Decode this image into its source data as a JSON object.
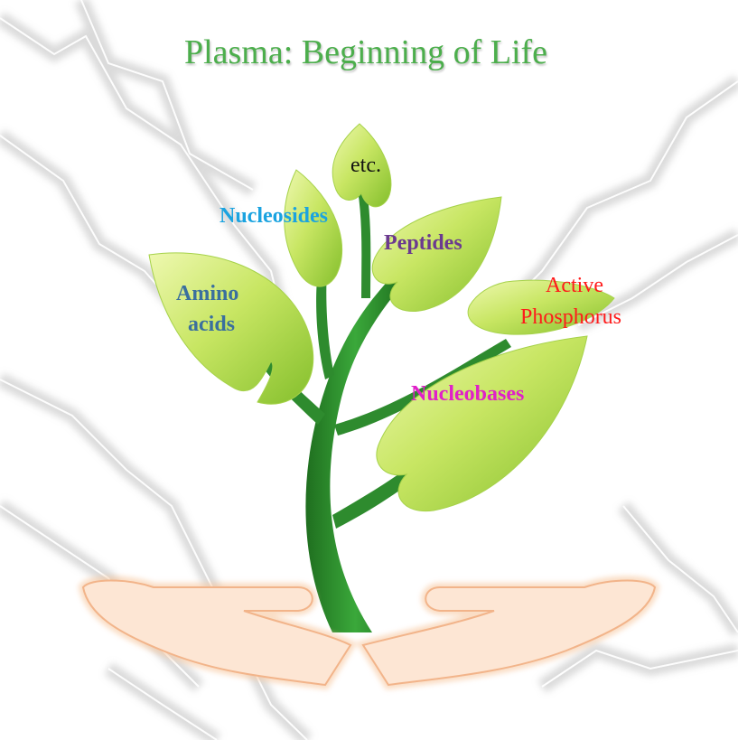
{
  "title": "Plasma: Beginning of Life",
  "leaves": {
    "etc": {
      "text": "etc.",
      "color": "#111111"
    },
    "nucleosides": {
      "text": "Nucleosides",
      "color": "#1aa3e0"
    },
    "peptides": {
      "text": "Peptides",
      "color": "#6b3a8f"
    },
    "amino": {
      "line1": "Amino",
      "line2": "acids",
      "color": "#3a6f9e"
    },
    "active": {
      "line1": "Active",
      "line2": "Phosphorus",
      "color": "#ff1a1a"
    },
    "nucleobases": {
      "text": "Nucleobases",
      "color": "#e020c8"
    }
  },
  "colors": {
    "title": "#4cae4c",
    "leaf_light": "#d8ef7a",
    "leaf_dark": "#8cc63f",
    "stem": "#2e8b2e",
    "hands": "#fbe0cc",
    "hands_outline": "#f2b48a",
    "lightning": "#d9d9d9"
  },
  "icons": [
    "lightning-background",
    "plant-icon",
    "hands-icon"
  ]
}
